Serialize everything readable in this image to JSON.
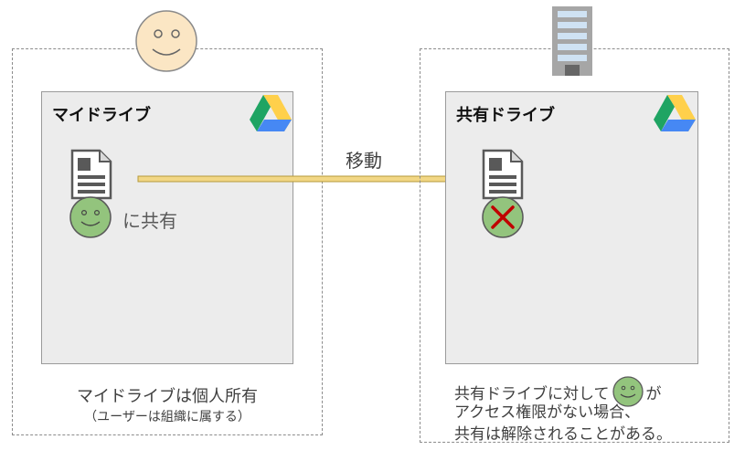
{
  "left": {
    "panel_title": "マイドライブ",
    "shared_with_label": "に共有",
    "caption_line1": "マイドライブは個人所有",
    "caption_line2": "（ユーザーは組織に属する）"
  },
  "right": {
    "panel_title": "共有ドライブ",
    "caption_line1_before_icon": "共有ドライブに対して",
    "caption_line1_after_icon": "が",
    "caption_line2": "アクセス権限がない場合、",
    "caption_line3": "共有は解除されることがある。"
  },
  "arrow": {
    "label": "移動",
    "color": "#f2d785"
  },
  "colors": {
    "user_face_owner": "#fbe6c4",
    "user_face_member": "#93c47d",
    "panel_bg": "#ececec",
    "cross": "#c00000",
    "building": "#a6a6a6",
    "window": "#cfe2f3",
    "drive_green": "#1fa463",
    "drive_yellow": "#ffd04b",
    "drive_blue": "#4688f4"
  }
}
